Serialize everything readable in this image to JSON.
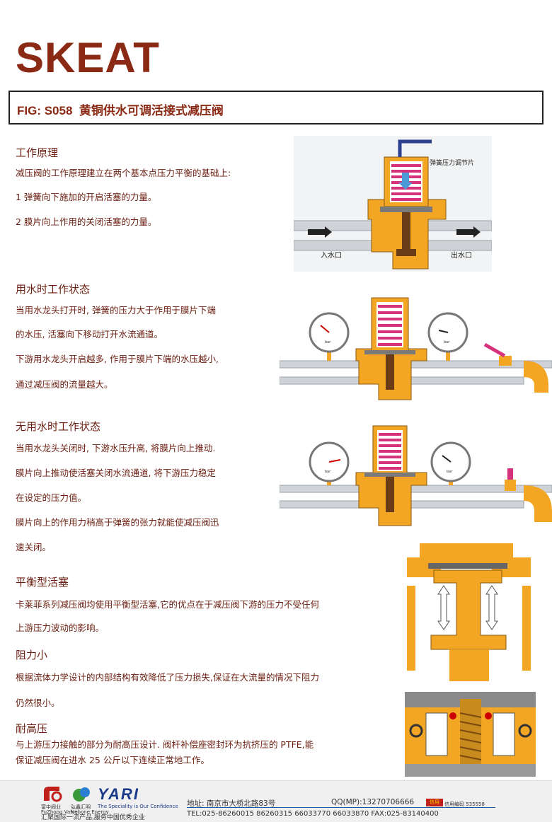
{
  "header": {
    "brand": "SKEAT",
    "fig_code": "FIG: S058",
    "fig_title": "黄铜供水可调活接式减压阀"
  },
  "sections": {
    "principle": {
      "heading": "工作原理",
      "lines": [
        "减压阀的工作原理建立在两个基本点压力平衡的基础上:",
        "1  弹簧向下施加的开启活塞的力量。",
        "2  膜片向上作用的关闭活塞的力量。"
      ]
    },
    "in_use": {
      "heading": "用水时工作状态",
      "lines": [
        "当用水龙头打开时, 弹簧的压力大于作用于膜片下端",
        "的水压, 活塞向下移动打开水流通道。",
        "下游用水龙头开启越多, 作用于膜片下端的水压越小,",
        "通过减压阀的流量越大。"
      ]
    },
    "no_use": {
      "heading": "无用水时工作状态",
      "lines": [
        "当用水龙头关闭时, 下游水压升高, 将膜片向上推动.",
        "膜片向上推动使活塞关闭水流通道, 将下游压力稳定",
        "在设定的压力值。",
        "膜片向上的作用力稍高于弹簧的张力就能使减压阀迅",
        "速关闭。"
      ]
    },
    "balance": {
      "heading": "平衡型活塞",
      "lines": [
        "卡莱菲系列减压阀均使用平衡型活塞,它的优点在于减压阀下游的压力不受任何",
        "上游压力波动的影响。"
      ]
    },
    "low_resistance": {
      "heading": "阻力小",
      "lines": [
        "根据流体力学设计的内部结构有效降低了压力损失,保证在大流量的情况下阻力",
        "仍然很小。"
      ]
    },
    "high_pressure": {
      "heading": "耐高压",
      "lines": [
        "与上游压力接触的部分为耐高压设计. 阀杆补偿座密封环为抗挤压的 PTFE,能",
        "保证减压阀在进水 25 公斤以下连续正常地工作。"
      ]
    }
  },
  "diagrams": {
    "principle": {
      "spring_label": "弹簧压力调节片",
      "inlet_label": "入水口",
      "outlet_label": "出水口"
    },
    "gauge_unit": "bar"
  },
  "footer": {
    "logo1_name": "富中阀业",
    "logo1_sub": "FuZhong Valve",
    "logo2_name": "弘鑫汇明",
    "logo2_sub": "Hobone Energy",
    "logo3_name": "YARI",
    "logo3_sub": "The Speciality is Our Confidence",
    "address": "地址: 南京市大桥北路83号",
    "qq": "QQ(MP):13270706666",
    "credit_badge": "信用",
    "credit": "信用编码 535558",
    "slogan": "汇聚国际一流产品,服务中国优秀企业",
    "tel": "TEL:025-86260015 86260315 66033770 66033870  FAX:025-83140400"
  },
  "colors": {
    "brand": "#8a2a14",
    "text": "#6b1e10",
    "brass": "#f2a623",
    "spring": "#d6327c",
    "pipe": "#cfd3d8"
  }
}
